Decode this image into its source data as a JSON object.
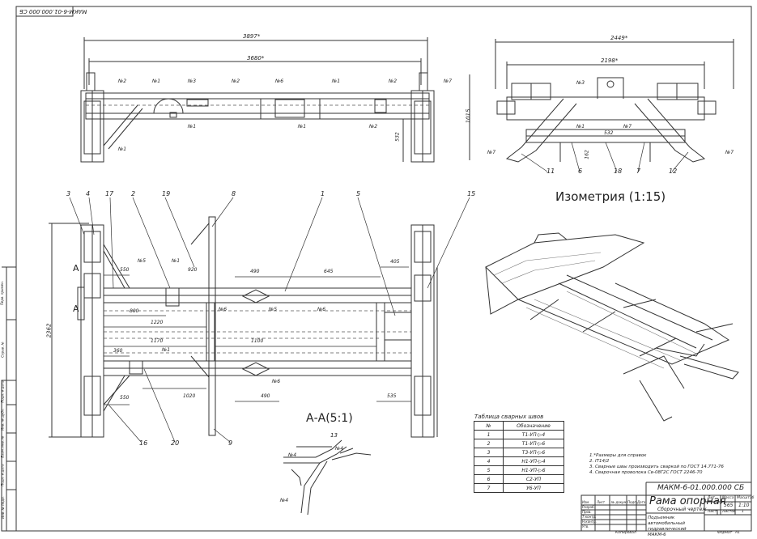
{
  "document_code_top": "МАКМ-6-01.000.000 СБ",
  "isometry_title": "Изометрия (1:15)",
  "section_title": "А-А(5:1)",
  "dimensions": {
    "top_overall": "3897*",
    "top_inner": "3680*",
    "right_overall": "2449*",
    "right_inner": "2198*",
    "right_height": "1015",
    "right_small": "532",
    "top_side": "532",
    "plan_height": "2362",
    "d490_top": "490",
    "d645": "645",
    "d405": "405",
    "d550_top": "550",
    "d920": "920",
    "d800": "800",
    "d1220": "1220",
    "d1170": "1170",
    "d1100": "1100",
    "d360": "360",
    "d1020": "1020",
    "d490_bot": "490",
    "d535": "535",
    "d550_bot": "550",
    "d162": "162"
  },
  "callouts_plan": [
    "3",
    "4",
    "17",
    "2",
    "19",
    "8",
    "1",
    "5",
    "15",
    "16",
    "20",
    "9"
  ],
  "callouts_side": [
    "11",
    "6",
    "18",
    "7",
    "12"
  ],
  "weld_marks": [
    "№1",
    "№2",
    "№3",
    "№4",
    "№5",
    "№6",
    "№7"
  ],
  "section_marks": {
    "a_upper": "А",
    "a_lower": "А"
  },
  "section_detail": {
    "label_13": "13",
    "n4_a": "№4",
    "n4_b": "№4",
    "n4_c": "№4"
  },
  "weld_table": {
    "title": "Таблица сварных швов",
    "headers": [
      "№",
      "Обозначение"
    ],
    "rows": [
      [
        "1",
        "Т1-УП-▷4"
      ],
      [
        "2",
        "Т1-УП-▷6"
      ],
      [
        "3",
        "Т3-УП-▷6"
      ],
      [
        "4",
        "Н1-УП-▷4"
      ],
      [
        "5",
        "Н1-УП-▷6"
      ],
      [
        "6",
        "С2-УП"
      ],
      [
        "7",
        "У6-УП"
      ]
    ]
  },
  "notes": [
    "1.*Размеры для справок",
    "2. IT14/2",
    "3. Сварные швы производить сваркой по ГОСТ 14.771-76",
    "4. Сварочная проволока Св-08Г2С ГОСТ 2246-70"
  ],
  "title_block": {
    "code": "МАКМ-6-01.000.000 СБ",
    "name": "Рама опорная",
    "doc_type": "Сборочный чертеж",
    "product": "Подъемник автомобильный гидравлический МАКМ-6",
    "letter_header": "Лит.",
    "mass_header": "Масса",
    "scale_header": "Масштаб",
    "mass": "565",
    "scale": "1:10",
    "sheet_label": "Лист",
    "sheets_label": "Листов",
    "sheets_count": "1",
    "rows_left": [
      "Изм",
      "Лист",
      "№ докум.",
      "Подп.",
      "Дата"
    ],
    "roles": [
      "Разраб.",
      "Пров.",
      "Т.контр.",
      "",
      "Н.контр.",
      "Утв."
    ],
    "copied": "Копировал",
    "format_label": "Формат",
    "format": "А1"
  },
  "side_strip": [
    "Перв. примен.",
    "Справ. №",
    "Подп. и дата",
    "Инв. № дубл.",
    "Взам. инв. №",
    "Подп. и дата",
    "Инв. № подл."
  ]
}
